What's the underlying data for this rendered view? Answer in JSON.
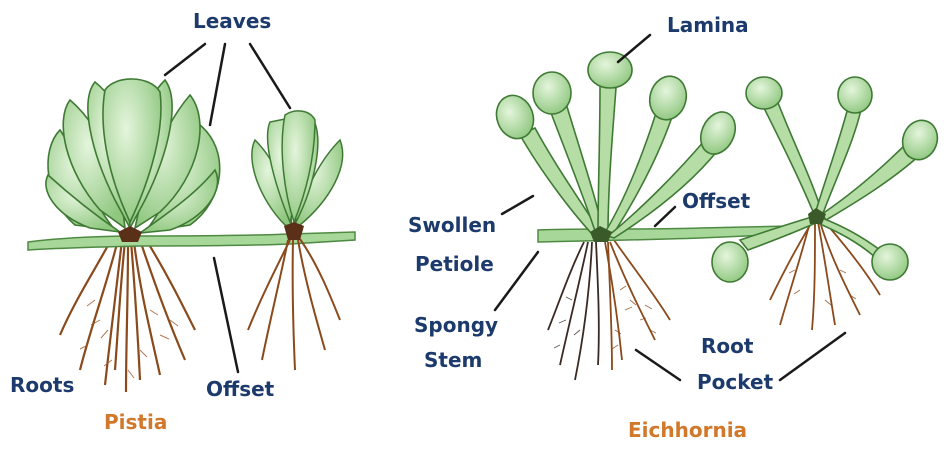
{
  "diagram": {
    "labels": {
      "leaves": "Leaves",
      "lamina": "Lamina",
      "offset_right": "Offset",
      "swollen": "Swollen",
      "petiole": "Petiole",
      "spongy": "Spongy",
      "stem": "Stem",
      "root": "Root",
      "pocket": "Pocket",
      "roots": "Roots",
      "offset_left": "Offset"
    },
    "captions": {
      "pistia": "Pistia",
      "eichhornia": "Eichhornia"
    },
    "colors": {
      "label_text": "#1c3a6b",
      "caption_text": "#d2782a",
      "leaf_fill": "#c6e6b8",
      "leaf_dark": "#4f8a43",
      "stem": "#a8d79a",
      "root": "#8a4a1c",
      "root_dark": "#3a2a22",
      "line": "#1a1a1a"
    }
  }
}
